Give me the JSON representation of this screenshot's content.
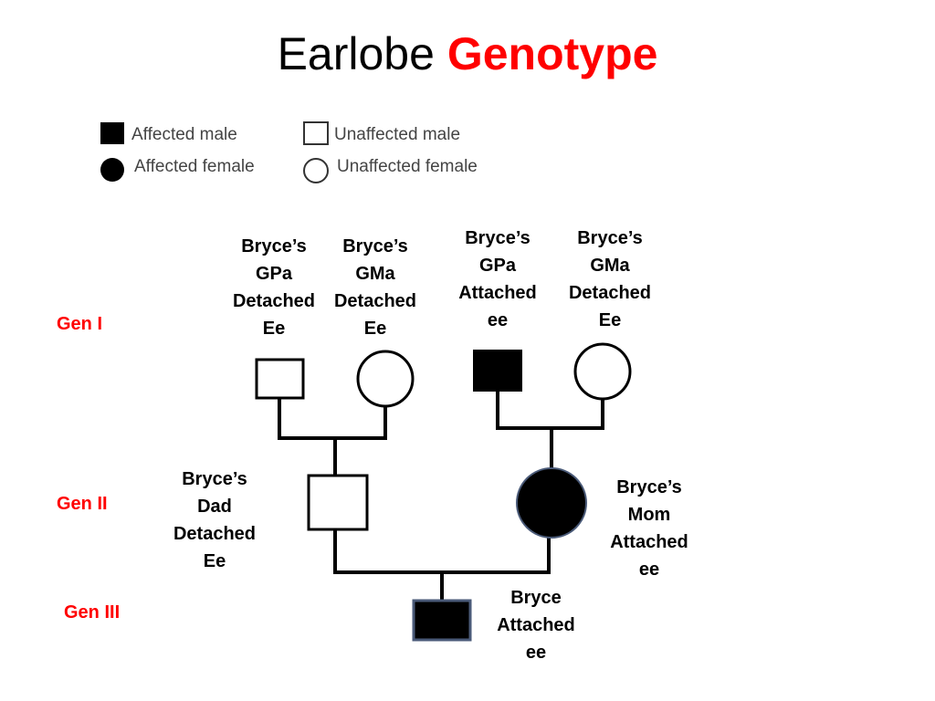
{
  "title": {
    "main": "Earlobe",
    "accent": "Genotype",
    "accent_color": "#ff0000"
  },
  "legend": {
    "affected_male": "Affected male",
    "unaffected_male": "Unaffected male",
    "affected_female": "Affected female",
    "unaffected_female": "Unaffected female"
  },
  "generations": {
    "gen1": "Gen I",
    "gen2": "Gen II",
    "gen3": "Gen III",
    "color": "#ff0000"
  },
  "people": {
    "gpa_paternal": {
      "line1": "Bryce’s",
      "line2": "GPa",
      "line3": "Detached",
      "line4": "Ee",
      "sex": "male",
      "affected": false
    },
    "gma_paternal": {
      "line1": "Bryce’s",
      "line2": "GMa",
      "line3": "Detached",
      "line4": "Ee",
      "sex": "female",
      "affected": false
    },
    "gpa_maternal": {
      "line1": "Bryce’s",
      "line2": "GPa",
      "line3": "Attached",
      "line4": "ee",
      "sex": "male",
      "affected": true
    },
    "gma_maternal": {
      "line1": "Bryce’s",
      "line2": "GMa",
      "line3": "Detached",
      "line4": "Ee",
      "sex": "female",
      "affected": false
    },
    "dad": {
      "line1": "Bryce’s",
      "line2": "Dad",
      "line3": "Detached",
      "line4": "Ee",
      "sex": "male",
      "affected": false
    },
    "mom": {
      "line1": "Bryce’s",
      "line2": "Mom",
      "line3": "Attached",
      "line4": "ee",
      "sex": "female",
      "affected": true
    },
    "bryce": {
      "line1": "Bryce",
      "line2": "Attached",
      "line3": "ee",
      "sex": "male",
      "affected": true
    }
  }
}
